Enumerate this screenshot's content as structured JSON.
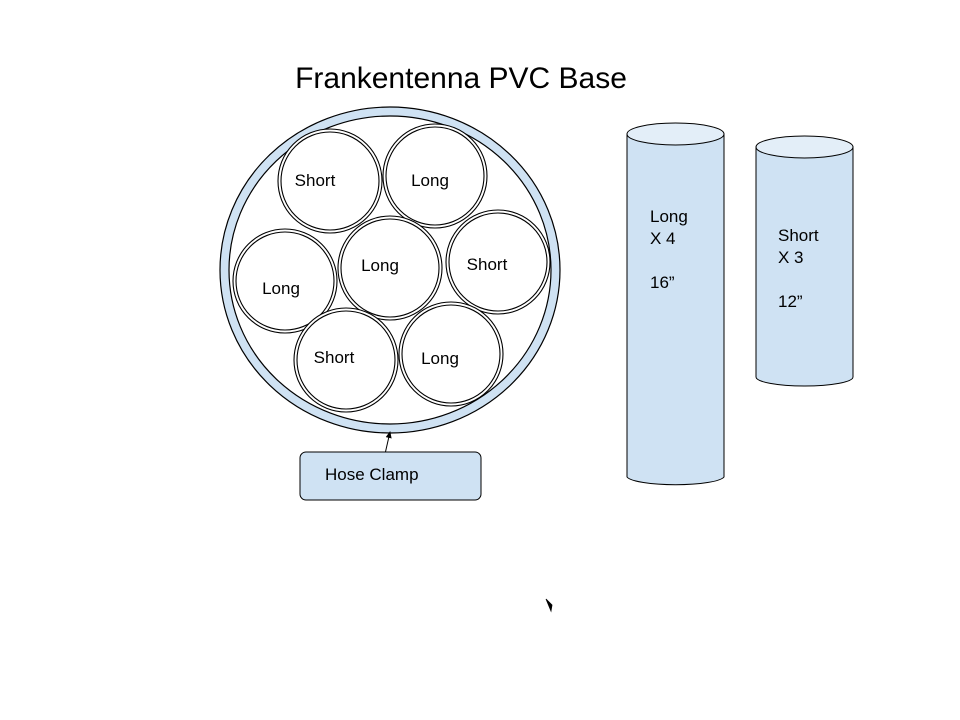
{
  "title": "Frankentenna PVC Base",
  "colors": {
    "fill": "#cfe2f3",
    "fill_top": "#e3eef8",
    "stroke": "#000000",
    "background": "#ffffff"
  },
  "bundle": {
    "pipes": [
      {
        "label": "Short"
      },
      {
        "label": "Long"
      },
      {
        "label": "Long"
      },
      {
        "label": "Long"
      },
      {
        "label": "Short"
      },
      {
        "label": "Short"
      },
      {
        "label": "Long"
      }
    ]
  },
  "cylinders": [
    {
      "lines": [
        "Long",
        "X 4",
        "",
        "16”"
      ]
    },
    {
      "lines": [
        "Short",
        "X 3",
        "",
        "12”"
      ]
    }
  ],
  "hose_clamp": {
    "label": "Hose Clamp"
  }
}
